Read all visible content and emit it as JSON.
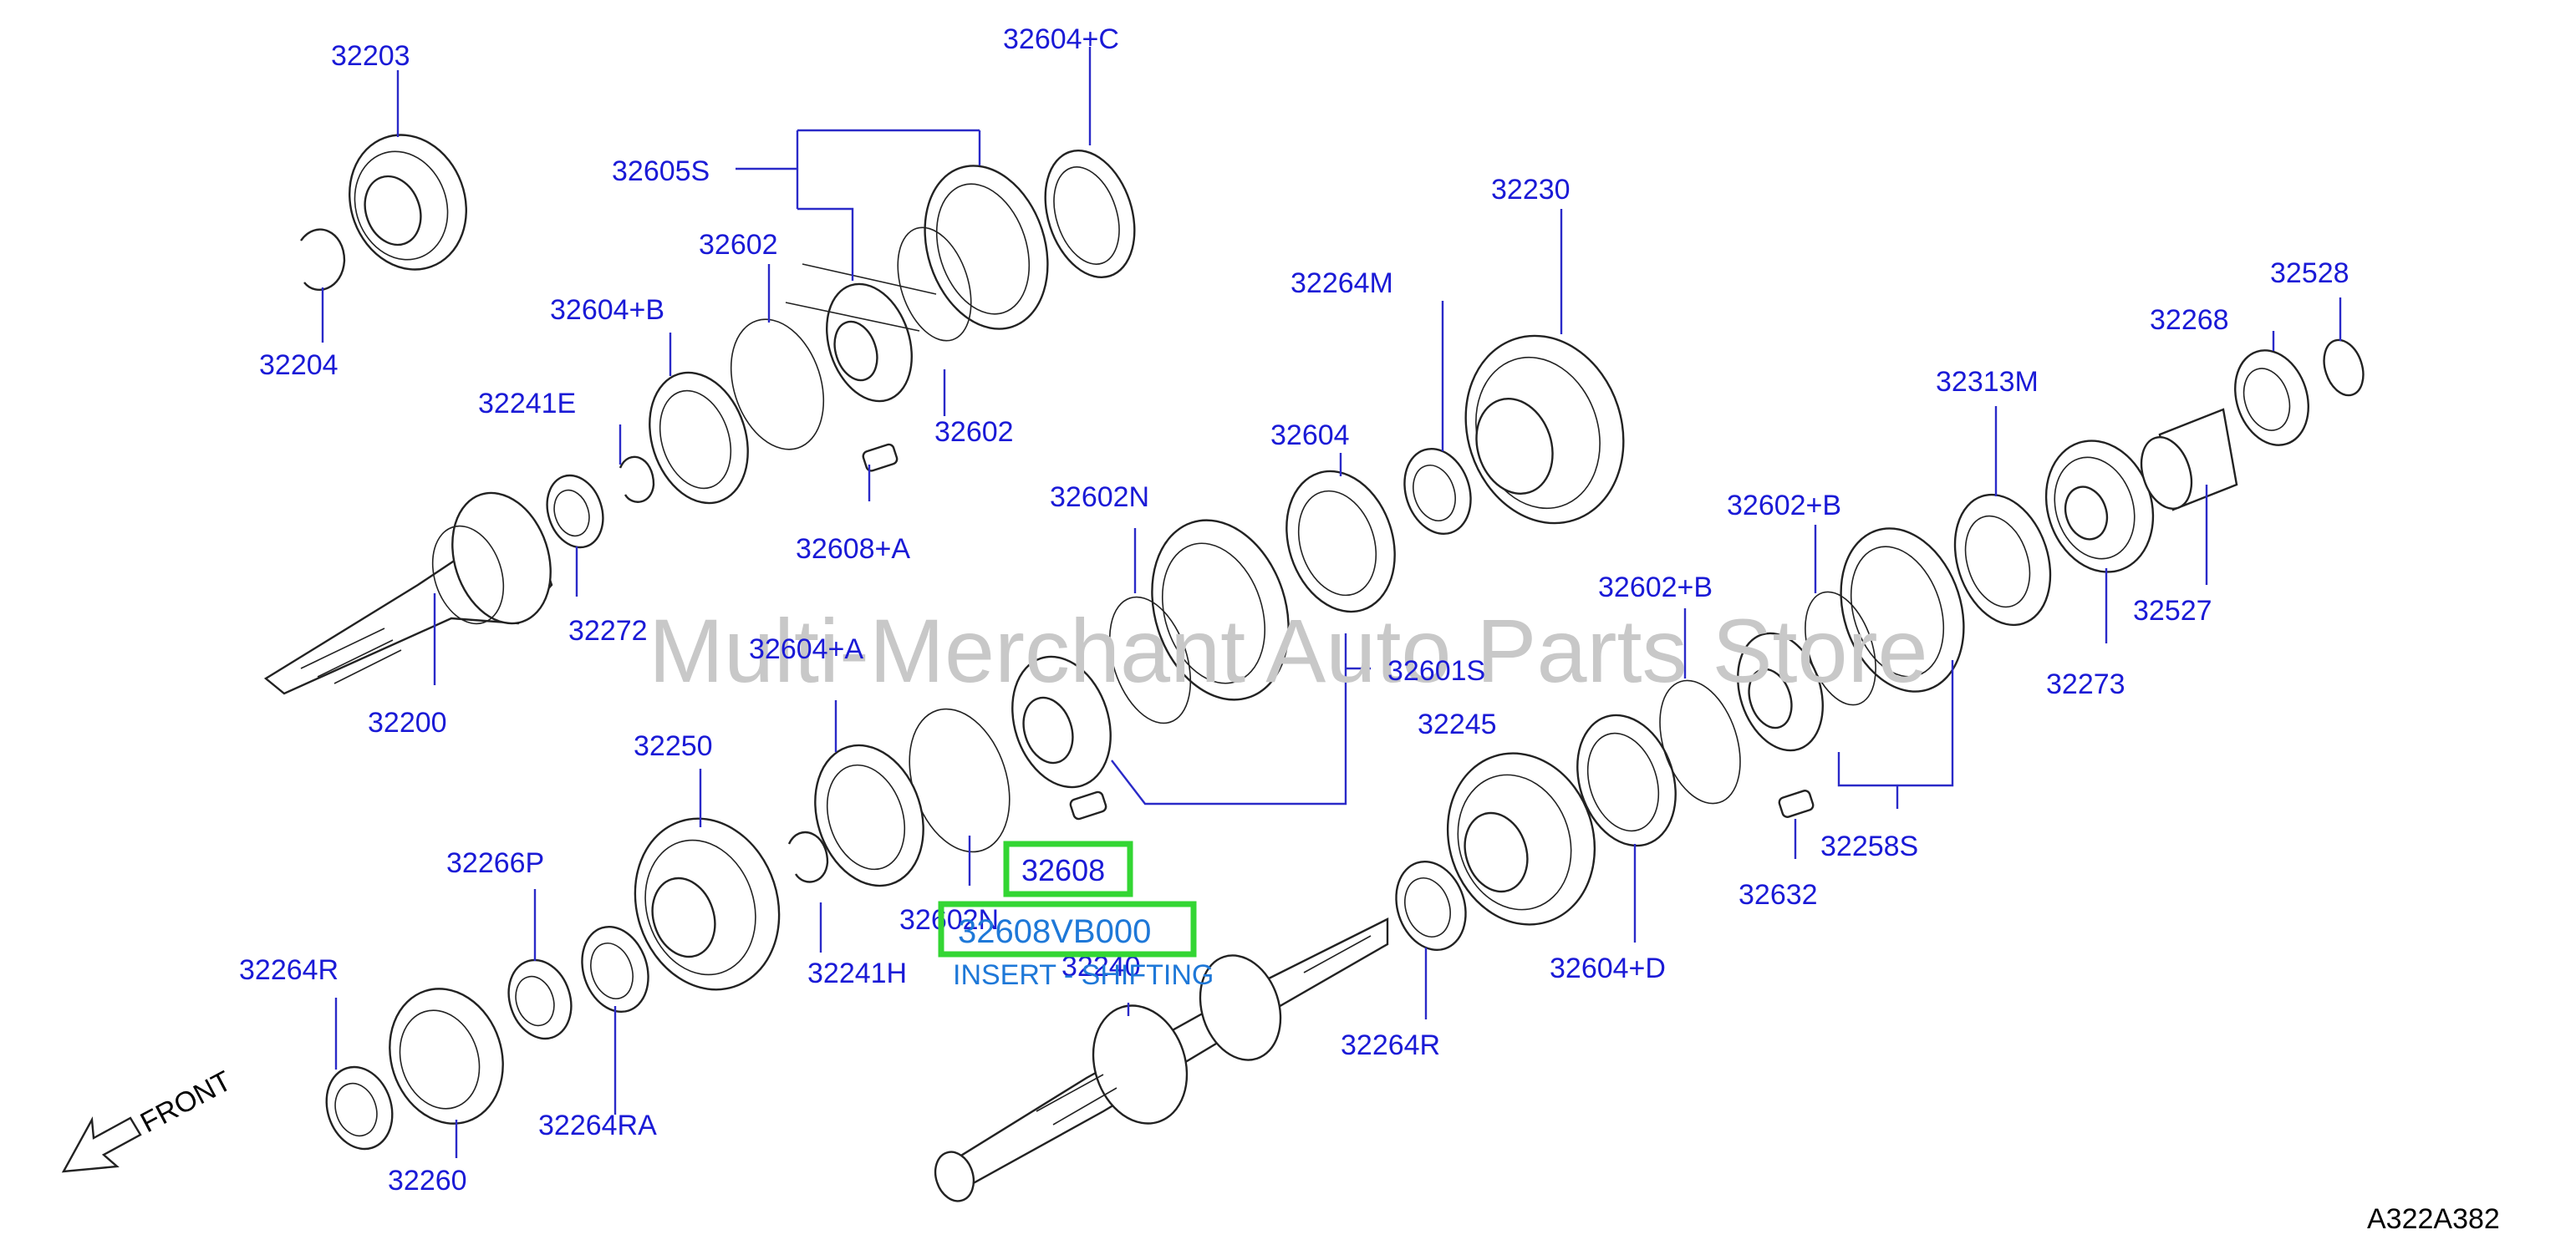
{
  "watermark": "Multi-Merchant Auto Parts Store",
  "diagram_ref": "A322A382",
  "front_label": "FRONT",
  "highlight": {
    "part_label": "32608",
    "part_number": "32608VB000",
    "description": "INSERT - SHIFTING"
  },
  "labels": [
    {
      "id": "32203",
      "text": "32203"
    },
    {
      "id": "32604+C",
      "text": "32604+C"
    },
    {
      "id": "32605S",
      "text": "32605S"
    },
    {
      "id": "32602a",
      "text": "32602"
    },
    {
      "id": "32604+B",
      "text": "32604+B"
    },
    {
      "id": "32204",
      "text": "32204"
    },
    {
      "id": "32241E",
      "text": "32241E"
    },
    {
      "id": "32602b",
      "text": "32602"
    },
    {
      "id": "32608+A",
      "text": "32608+A"
    },
    {
      "id": "32230",
      "text": "32230"
    },
    {
      "id": "32264M",
      "text": "32264M"
    },
    {
      "id": "32604",
      "text": "32604"
    },
    {
      "id": "32602N-top",
      "text": "32602N"
    },
    {
      "id": "32528",
      "text": "32528"
    },
    {
      "id": "32268",
      "text": "32268"
    },
    {
      "id": "32313M",
      "text": "32313M"
    },
    {
      "id": "32602+B-a",
      "text": "32602+B"
    },
    {
      "id": "32602+B-b",
      "text": "32602+B"
    },
    {
      "id": "32527",
      "text": "32527"
    },
    {
      "id": "32273",
      "text": "32273"
    },
    {
      "id": "32272",
      "text": "32272"
    },
    {
      "id": "32604+A",
      "text": "32604+A"
    },
    {
      "id": "32200",
      "text": "32200"
    },
    {
      "id": "32601S",
      "text": "32601S"
    },
    {
      "id": "32250",
      "text": "32250"
    },
    {
      "id": "32245",
      "text": "32245"
    },
    {
      "id": "32266P",
      "text": "32266P"
    },
    {
      "id": "32258S",
      "text": "32258S"
    },
    {
      "id": "32632",
      "text": "32632"
    },
    {
      "id": "32602N-bot",
      "text": "32602N"
    },
    {
      "id": "32241H",
      "text": "32241H"
    },
    {
      "id": "32240",
      "text": "32240"
    },
    {
      "id": "32264R-a",
      "text": "32264R"
    },
    {
      "id": "32604+D",
      "text": "32604+D"
    },
    {
      "id": "32264R-b",
      "text": "32264R"
    },
    {
      "id": "32264RA",
      "text": "32264RA"
    },
    {
      "id": "32260",
      "text": "32260"
    }
  ]
}
